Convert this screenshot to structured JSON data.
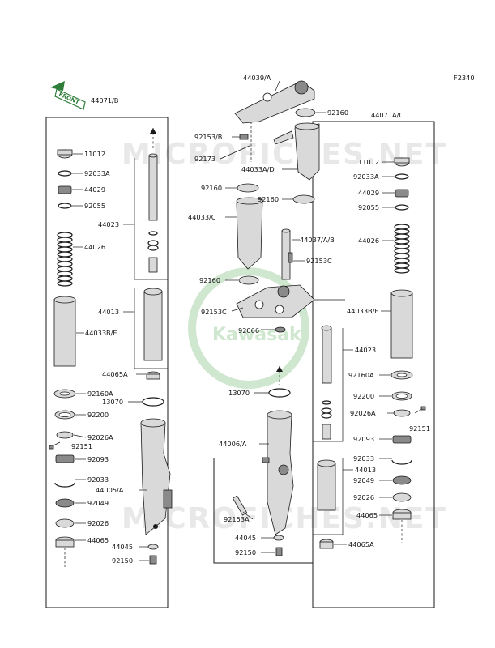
{
  "figure_code": "F2340",
  "front_marker": "FRONT",
  "watermark": "MICROFICHES.NET",
  "logo": "Kawasaki",
  "labels": {
    "l44071B": "44071/B",
    "l44071AC": "44071A/C",
    "l44039A": "44039/A",
    "l92160_top": "92160",
    "l92153B": "92153/B",
    "l92173": "92173",
    "l44033AD": "44033A/D",
    "l92160_mid1": "92160",
    "l92160_mid2": "92160",
    "l44033C": "44033/C",
    "l44037AB": "44037/A/B",
    "l92153C_1": "92153C",
    "l92160_mid3": "92160",
    "l92153C_2": "92153C",
    "l92066": "92066",
    "l11012_L": "11012",
    "l92033A_L": "92033A",
    "l44029_L": "44029",
    "l92055_L": "92055",
    "l44023_L": "44023",
    "l44026_L": "44026",
    "l44013_L": "44013",
    "l44033BE_L": "44033B/E",
    "l44065A_L": "44065A",
    "l92160A_L": "92160A",
    "l13070_L": "13070",
    "l92200_L": "92200",
    "l92026A_L": "92026A",
    "l92151_L": "92151",
    "l92093_L": "92093",
    "l92033_L": "92033",
    "l44005A": "44005/A",
    "l92049_L": "92049",
    "l92026_L": "92026",
    "l44065_L": "44065",
    "l44045_L": "44045",
    "l92150_L": "92150",
    "l11012_R": "11012",
    "l92033A_R": "92033A",
    "l44029_R": "44029",
    "l92055_R": "92055",
    "l44026_R": "44026",
    "l44033BE_R": "44033B/E",
    "l44023_R": "44023",
    "l92160A_R": "92160A",
    "l92200_R": "92200",
    "l92026A_R": "92026A",
    "l92151_R": "92151",
    "l92093_R": "92093",
    "l92033_R": "92033",
    "l44013_R": "44013",
    "l92049_R": "92049",
    "l92026_R": "92026",
    "l44065_R": "44065",
    "l44065A_R": "44065A",
    "l13070_C": "13070",
    "l44006A": "44006/A",
    "l92153A": "92153A",
    "l44045_C": "44045",
    "l92150_C": "92150"
  },
  "colors": {
    "label_box": "#ffffff",
    "line": "#1a1a1a",
    "watermark": "#e8e8e8",
    "logo": "#cfe6cf",
    "front_marker": "#2e7d3a"
  }
}
